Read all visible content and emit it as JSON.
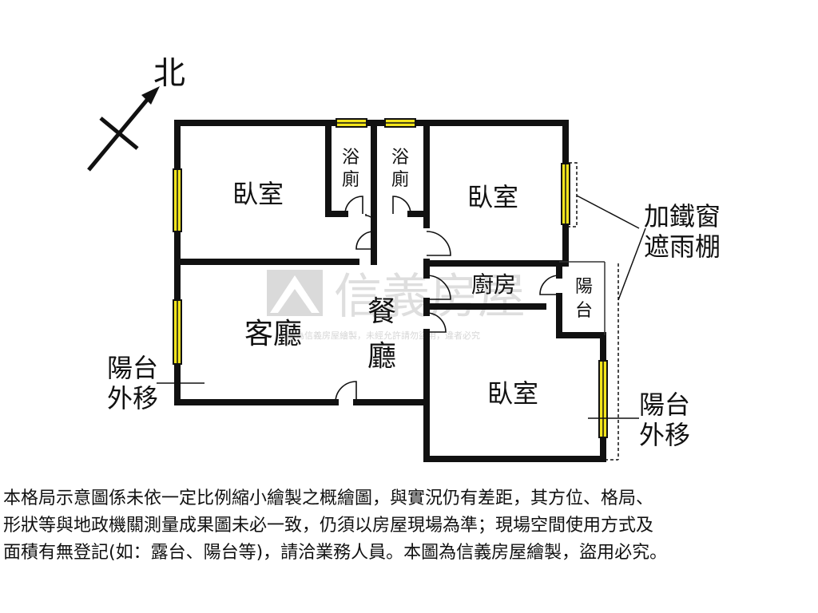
{
  "compass": {
    "label": "北"
  },
  "rooms": {
    "bedroom_nw": "臥室",
    "bath_1_a": "浴",
    "bath_1_b": "廁",
    "bath_2_a": "浴",
    "bath_2_b": "廁",
    "bedroom_ne": "臥室",
    "kitchen": "廚房",
    "balcony_a": "陽",
    "balcony_b": "台",
    "living": "客廳",
    "dining_a": "餐",
    "dining_b": "廳",
    "bedroom_se": "臥室"
  },
  "annotations": {
    "iron_window_1": "加鐵窗",
    "iron_window_2": "遮雨棚",
    "balcony_left_1": "陽台",
    "balcony_left_2": "外移",
    "balcony_right_1": "陽台",
    "balcony_right_2": "外移"
  },
  "watermark": {
    "brand": "信義房屋",
    "notice": "本圖為信義房屋繪製，未經允許請勿盜用，違者必究"
  },
  "disclaimer": [
    "本格局示意圖係未依一定比例縮小繪製之概繪圖，與實況仍有差距，其方位、格局、",
    "形狀等與地政機關測量成果圖未必一致，仍須以房屋現場為準；現場空間使用方式及",
    "面積有無登記(如：露台、陽台等)，請洽業務人員。本圖為信義房屋繪製，盜用必究。"
  ],
  "colors": {
    "wall": "#111111",
    "window_fill": "#f2e41c",
    "watermark": "#c9c9c9"
  }
}
